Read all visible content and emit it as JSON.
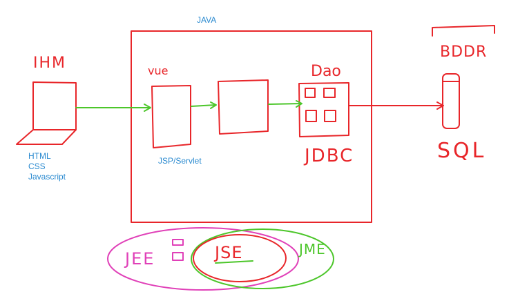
{
  "labels": {
    "container_title": "JAVA",
    "client_label": "IHM",
    "view_label": "vue",
    "dao_label": "Dao",
    "jdbc_label": "JDBC",
    "db_title": "BDDR",
    "db_label": "SQL",
    "jsp_servlet": "JSP/Servlet",
    "client_tech": [
      "HTML",
      "CSS",
      "Javascript"
    ],
    "jee_label": "JEE",
    "jse_label": "JSE",
    "jme_label": "JME"
  },
  "colors": {
    "ink_red": "#e8262a",
    "ink_green": "#4cc62a",
    "ink_magenta": "#e040b8",
    "text_blue": "#2a8ad0"
  }
}
